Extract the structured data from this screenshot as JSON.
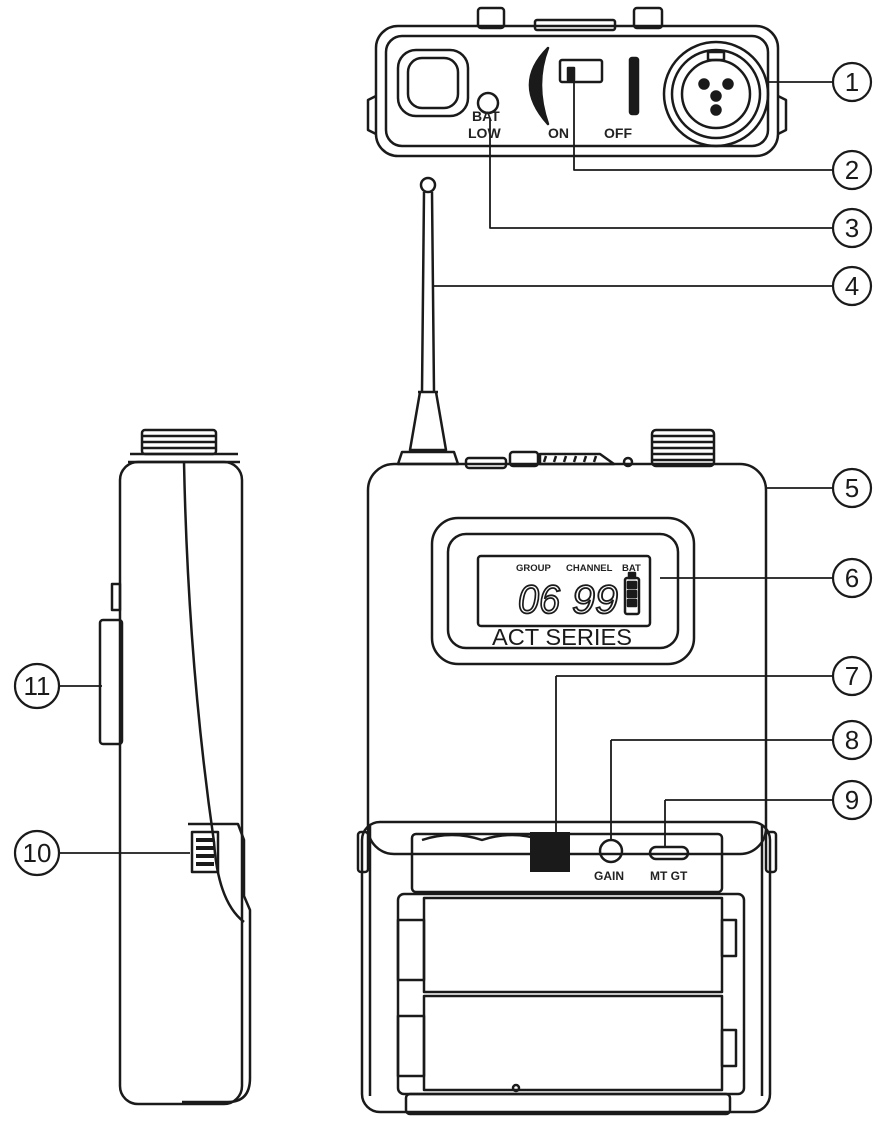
{
  "top_view": {
    "bat_label": "BAT",
    "low_label": "LOW",
    "on_label": "ON",
    "off_label": "OFF"
  },
  "lcd": {
    "group_label": "GROUP",
    "channel_label": "CHANNEL",
    "bat_label": "BAT",
    "group_value": "06",
    "channel_value": "99",
    "model_label": "ACT SERIES"
  },
  "controls": {
    "gain_label": "GAIN",
    "mtgt_label": "MT GT"
  },
  "callouts": [
    "1",
    "2",
    "3",
    "4",
    "5",
    "6",
    "7",
    "8",
    "9",
    "10",
    "11"
  ]
}
